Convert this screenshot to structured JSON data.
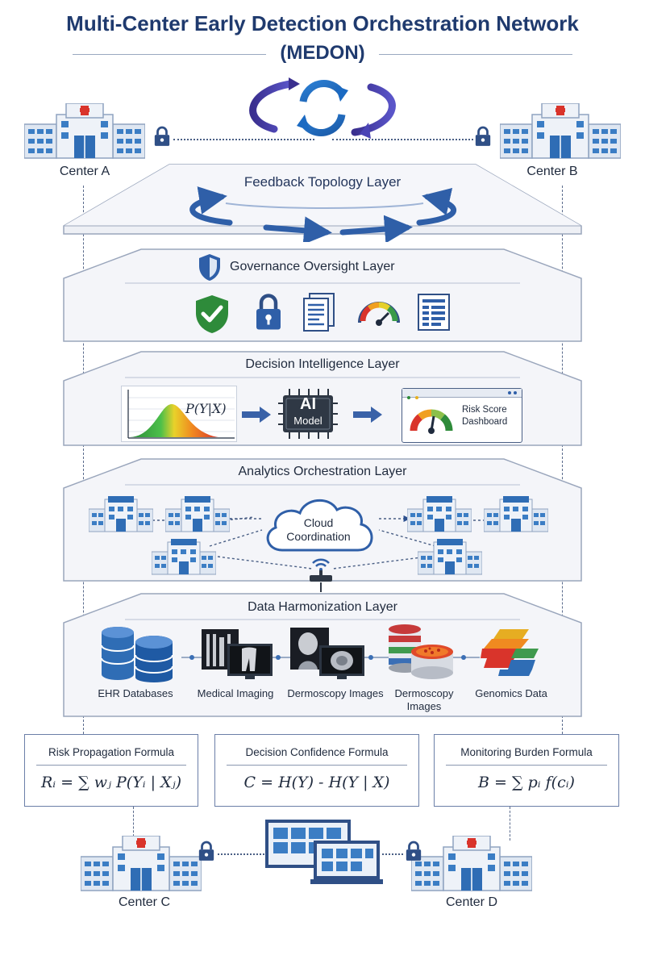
{
  "title": {
    "line1": "Multi-Center Early Detection Orchestration Network",
    "line2": "(MEDON)"
  },
  "centers": {
    "a": "Center A",
    "b": "Center B",
    "c": "Center C",
    "d": "Center D"
  },
  "layers": {
    "feedback": "Feedback Topology Layer",
    "governance": "Governance Oversight Layer",
    "decision": "Decision Intelligence Layer",
    "analytics": "Analytics Orchestration Layer",
    "harmonization": "Data Harmonization Layer"
  },
  "decision": {
    "prob_label": "P(Y|X)",
    "ai_line1": "AI",
    "ai_line2": "Model",
    "dashboard_line1": "Risk Score",
    "dashboard_line2": "Dashboard"
  },
  "analytics": {
    "cloud_line1": "Cloud",
    "cloud_line2": "Coordination"
  },
  "harmonization": {
    "items": [
      {
        "label": "EHR Databases"
      },
      {
        "label": "Medical Imaging"
      },
      {
        "label": "Dermoscopy Images"
      },
      {
        "label": "Dermoscopy Images"
      },
      {
        "label": "Genomics Data"
      }
    ]
  },
  "formulas": [
    {
      "title": "Risk Propagation Formula",
      "text": "Rᵢ = ∑ wⱼ P(Yᵢ | Xⱼ)"
    },
    {
      "title": "Decision Confidence Formula",
      "text": "C = H(Y) - H(Y | X)"
    },
    {
      "title": "Monitoring Burden Formula",
      "text": "B = ∑ pᵢ f(cᵢ)"
    }
  ],
  "colors": {
    "navy": "#1f3a6e",
    "blue": "#2f6db5",
    "hospital_red": "#d9342b",
    "green": "#2e8b3a"
  }
}
